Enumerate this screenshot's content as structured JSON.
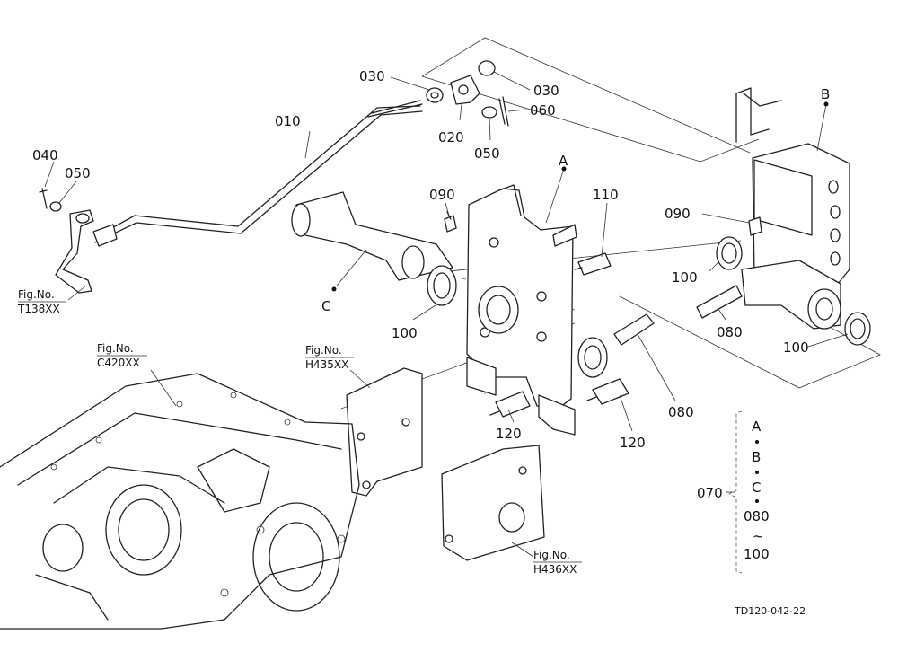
{
  "drawing_code": "TD120-042-22",
  "part_labels": {
    "p010": "010",
    "p020": "020",
    "p030a": "030",
    "p030b": "030",
    "p040": "040",
    "p050a": "050",
    "p050b": "050",
    "p060": "060",
    "p080a": "080",
    "p080b": "080",
    "p090a": "090",
    "p090b": "090",
    "p100a": "100",
    "p100b": "100",
    "p100c": "100",
    "p110": "110",
    "p120a": "120",
    "p120b": "120"
  },
  "assembly_letters": {
    "a": "A",
    "b": "B",
    "c": "C"
  },
  "figure_refs": [
    {
      "line1": "Fig.No.",
      "line2": "T138XX"
    },
    {
      "line1": "Fig.No.",
      "line2": "C420XX"
    },
    {
      "line1": "Fig.No.",
      "line2": "H435XX"
    },
    {
      "line1": "Fig.No.",
      "line2": "H436XX"
    }
  ],
  "assembly_set": {
    "number": "070",
    "items": [
      "A",
      "B",
      "C",
      "080",
      "~",
      "100"
    ]
  }
}
